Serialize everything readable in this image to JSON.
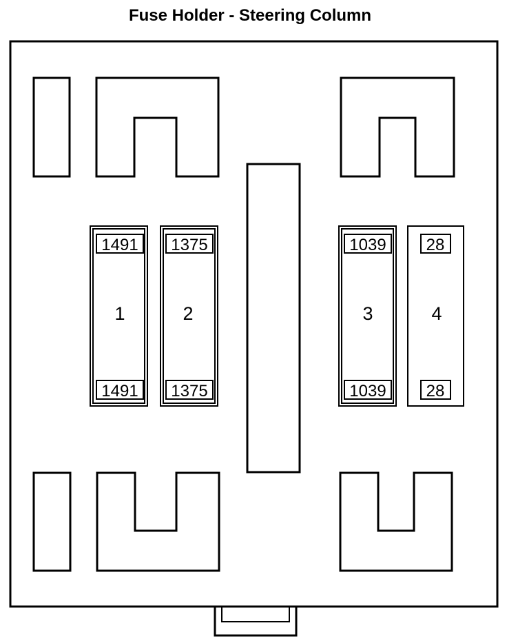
{
  "title": "Fuse Holder - Steering Column",
  "fuses": [
    {
      "number": "1",
      "top_circuit": "1491",
      "bottom_circuit": "1491"
    },
    {
      "number": "2",
      "top_circuit": "1375",
      "bottom_circuit": "1375"
    },
    {
      "number": "3",
      "top_circuit": "1039",
      "bottom_circuit": "1039"
    },
    {
      "number": "4",
      "top_circuit": "28",
      "bottom_circuit": "28"
    }
  ]
}
